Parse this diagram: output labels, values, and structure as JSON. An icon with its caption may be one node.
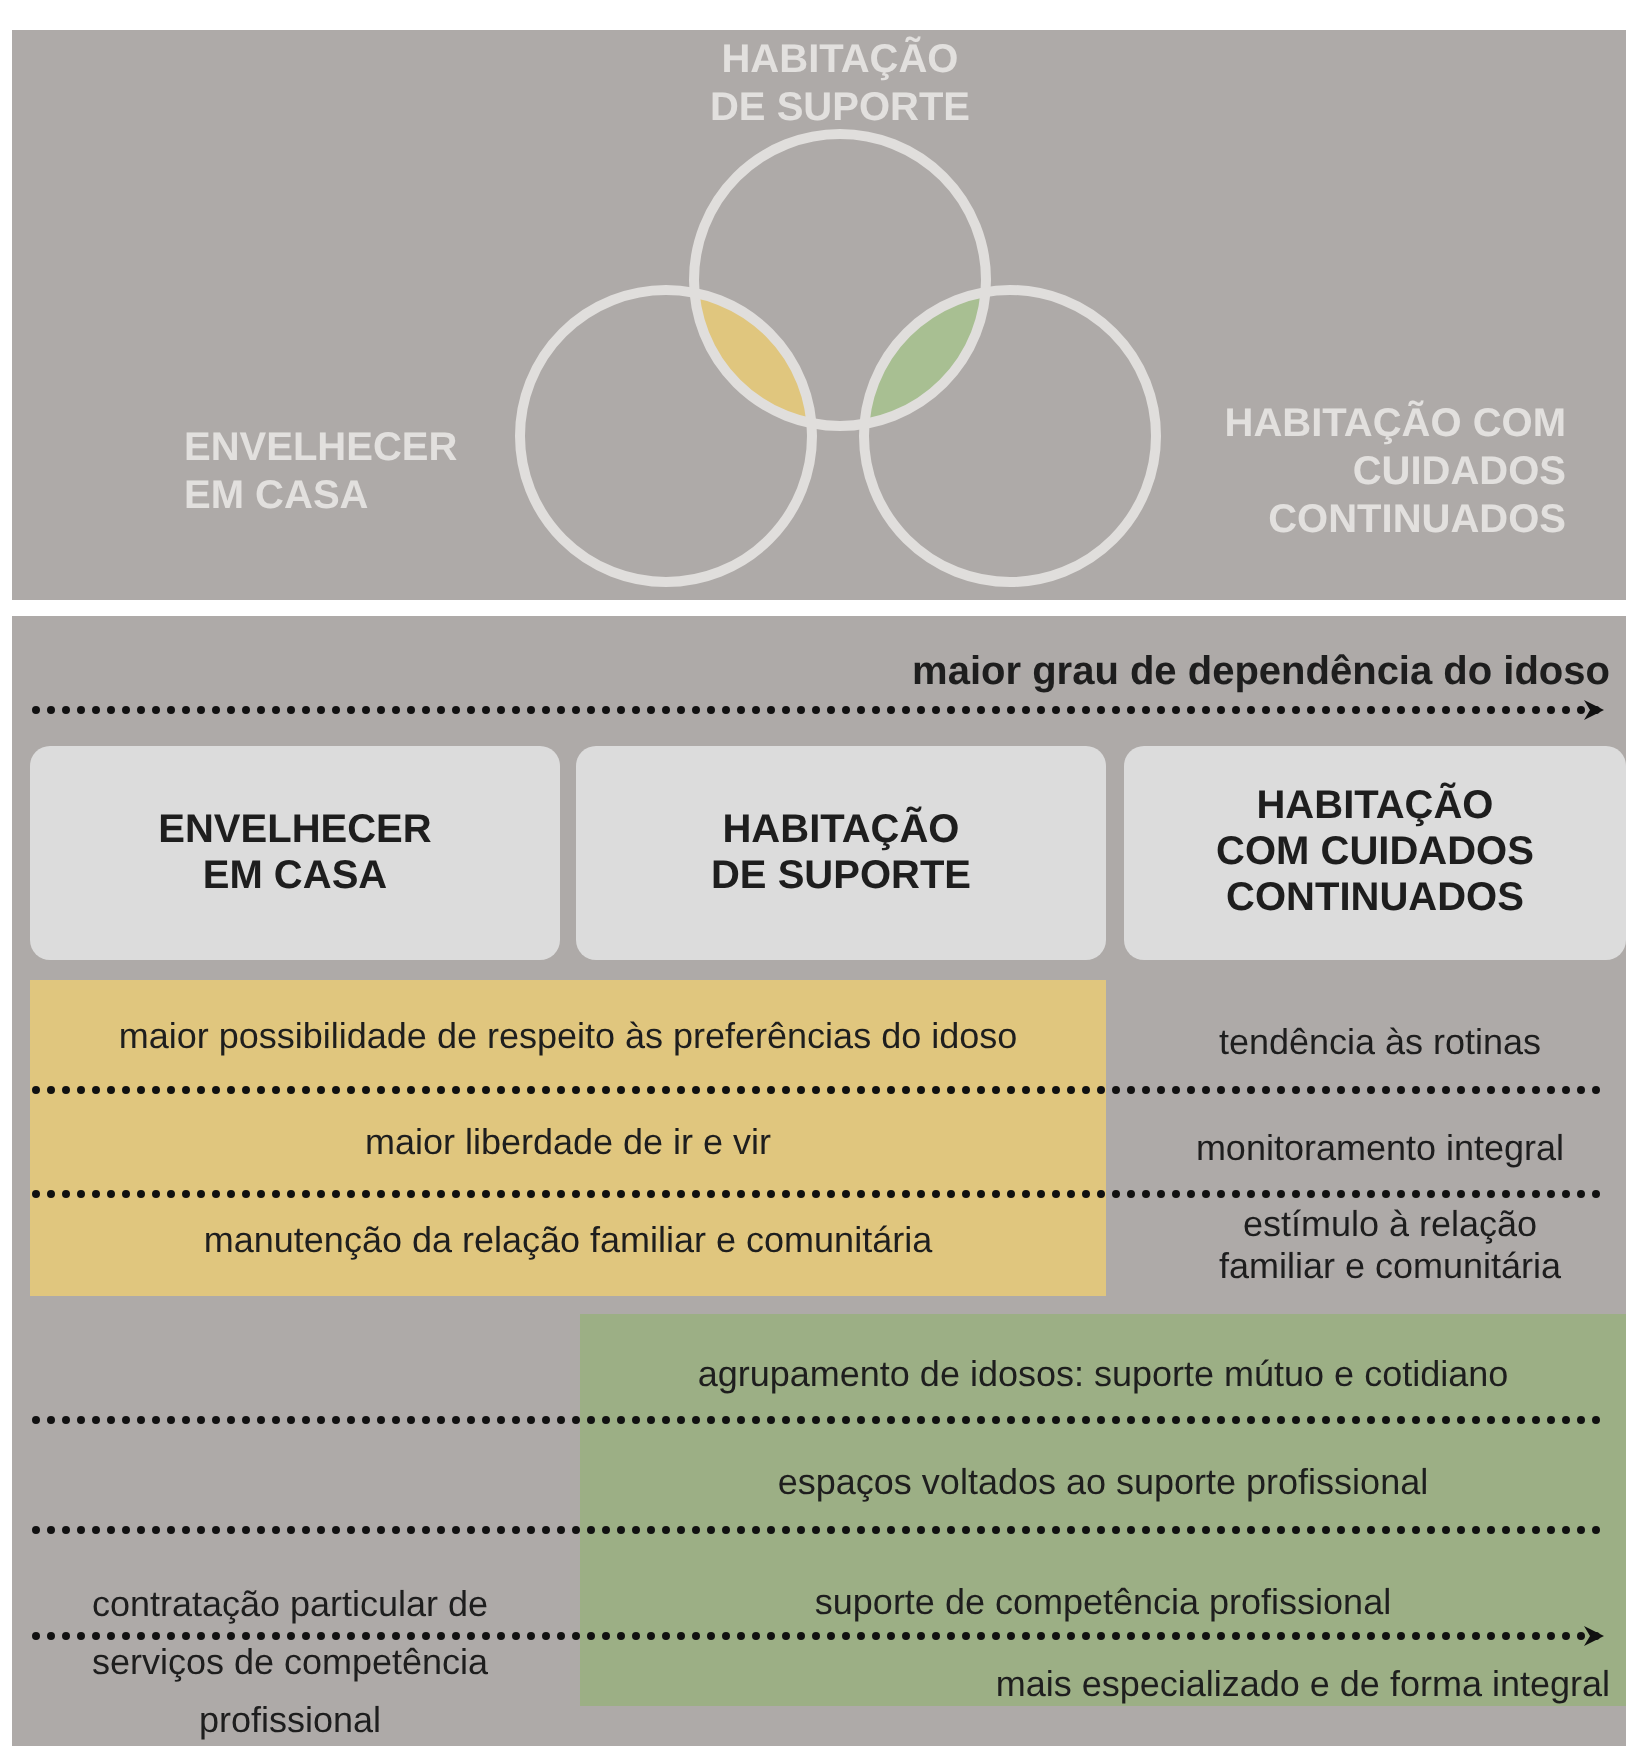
{
  "diagram": {
    "nodes": [
      {
        "text": [],
        "shape": "circle",
        "beside": [
          "HABITAÇÃO DE SUPORTE"
        ]
      },
      {
        "text": [],
        "shape": "circle",
        "beside": [
          "ENVELHECER EM CASA"
        ]
      },
      {
        "text": [],
        "shape": "circle",
        "beside": [
          "HABITAÇÃO COM CUIDADOS CONTINUADOS"
        ]
      },
      {
        "text": [
          "ENVELHECER EM CASA"
        ]
      },
      {
        "text": [
          "HABITAÇÃO DE SUPORTE"
        ]
      },
      {
        "text": [
          "HABITAÇÃO COM CUIDADOS CONTINUADOS"
        ]
      },
      {
        "text": [
          "maior possibilidade de respeito às preferências do idoso",
          "maior liberdade de ir e vir",
          "manutenção da relação familiar e comunitária"
        ]
      },
      {
        "text": [
          "agrupamento de idosos: suporte mútuo e cotidiano",
          "espaços voltados ao suporte profissional",
          "suporte de competência profissional"
        ]
      }
    ],
    "edges": [],
    "labels": [
      "maior grau de dependência do idoso",
      "tendência às rotinas",
      "monitoramento integral",
      "estímulo à relação familiar e comunitária",
      "contratação particular de serviços de competência profissional",
      "mais especializado e de forma integral"
    ]
  }
}
